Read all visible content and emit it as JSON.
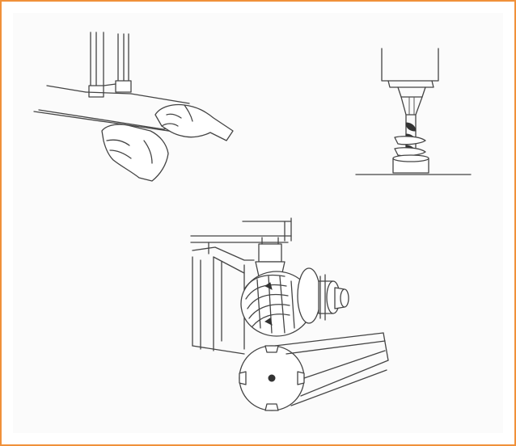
{
  "figure": {
    "frame_color": "#f0913a",
    "illustrations": [
      {
        "id": "hands-pushing-workpiece",
        "icon": "hand-feed-icon"
      },
      {
        "id": "drill-bit-chuck",
        "icon": "drill-icon"
      },
      {
        "id": "milling-cutter-machine",
        "icon": "milling-cutter-icon"
      }
    ]
  }
}
